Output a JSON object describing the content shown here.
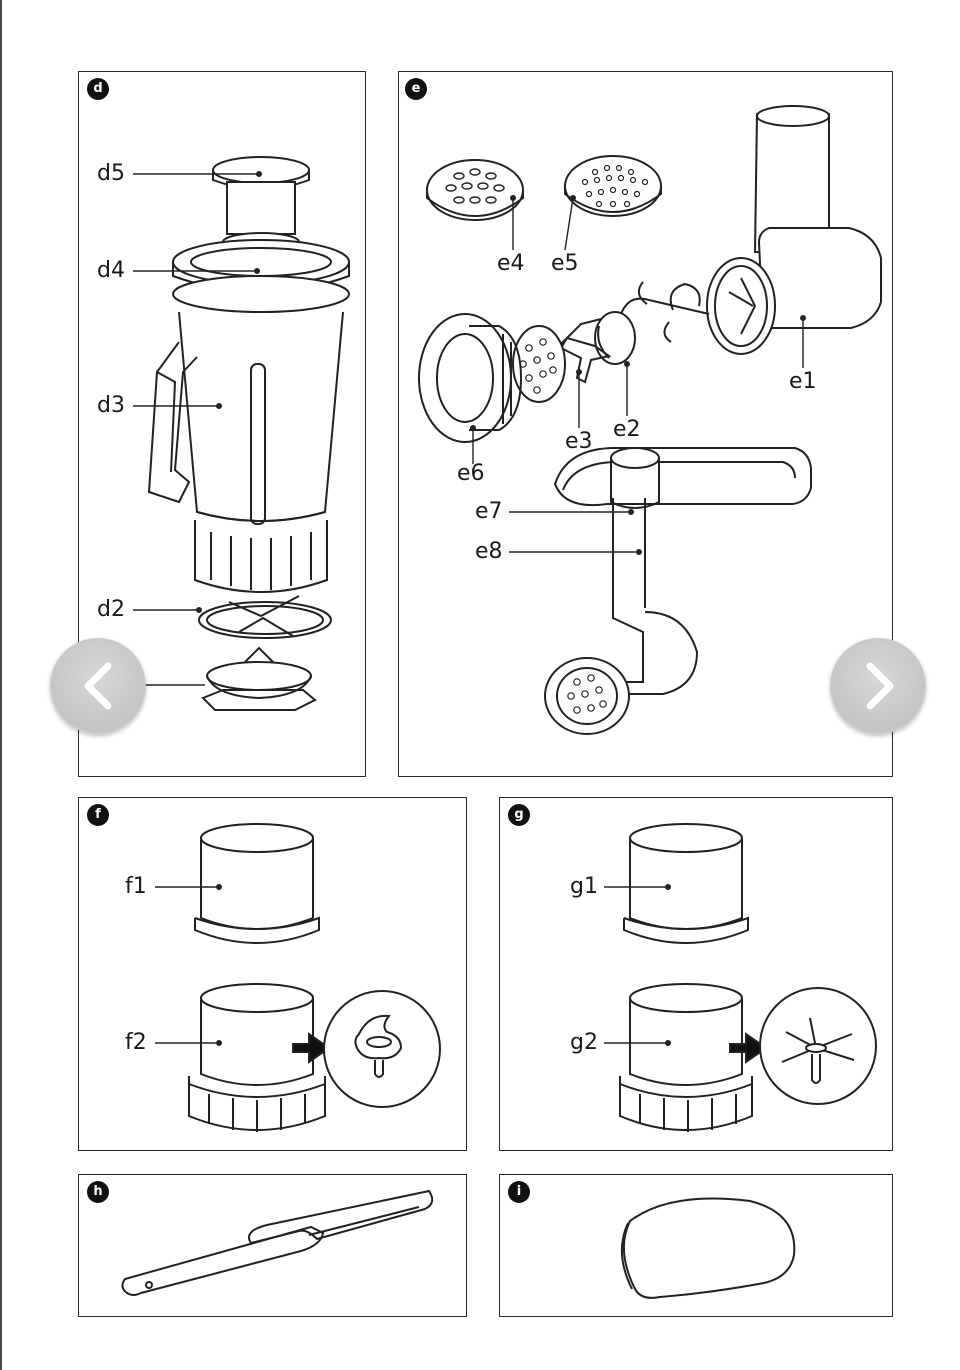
{
  "panels": {
    "d": {
      "badge": "d",
      "labels": {
        "d5": "d5",
        "d4": "d4",
        "d3": "d3",
        "d2": "d2"
      }
    },
    "e": {
      "badge": "e",
      "labels": {
        "e4": "e4",
        "e5": "e5",
        "e1": "e1",
        "e6": "e6",
        "e3": "e3",
        "e2": "e2",
        "e7": "e7",
        "e8": "e8"
      }
    },
    "f": {
      "badge": "f",
      "labels": {
        "f1": "f1",
        "f2": "f2"
      }
    },
    "g": {
      "badge": "g",
      "labels": {
        "g1": "g1",
        "g2": "g2"
      }
    },
    "h": {
      "badge": "h"
    },
    "i": {
      "badge": "i"
    }
  },
  "nav": {
    "prev_icon": "chevron-left-icon",
    "next_icon": "chevron-right-icon"
  },
  "colors": {
    "line": "#222222",
    "nav_button": "#c8c8c8",
    "badge": "#111111"
  }
}
